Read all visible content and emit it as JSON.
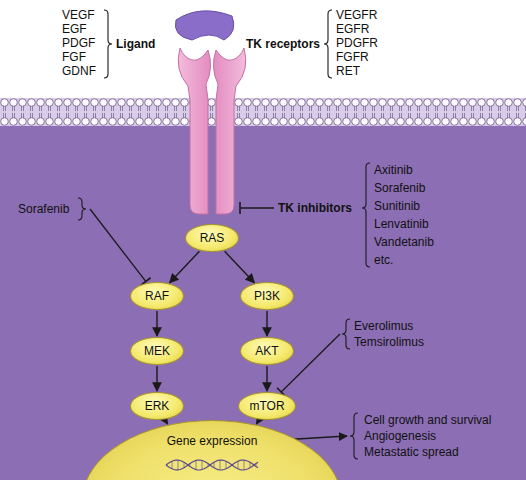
{
  "diagram": {
    "nodes": [
      {
        "text": [
          "RAS"
        ]
      },
      {
        "text": [
          "RAF"
        ]
      },
      {
        "text": [
          "PI3K"
        ]
      },
      {
        "text": [
          "MEK"
        ]
      },
      {
        "text": [
          "AKT"
        ]
      },
      {
        "text": [
          "ERK"
        ]
      },
      {
        "text": [
          "mTOR"
        ]
      },
      {
        "text": [
          "Gene expression"
        ]
      }
    ],
    "edges": [
      {
        "from": 0,
        "to": 1,
        "arrow": "to"
      },
      {
        "from": 0,
        "to": 2,
        "arrow": "to"
      },
      {
        "from": 1,
        "to": 3,
        "arrow": "to"
      },
      {
        "from": 2,
        "to": 4,
        "arrow": "to"
      },
      {
        "from": 3,
        "to": 5,
        "arrow": "to"
      },
      {
        "from": 4,
        "to": 6,
        "arrow": "to"
      },
      {
        "from": 5,
        "to": 7,
        "arrow": "to"
      },
      {
        "from": 6,
        "to": 7,
        "arrow": "to"
      }
    ],
    "labels": [
      "VEGF",
      "EGF",
      "PDGF",
      "FGF",
      "GDNF",
      "Ligand",
      "VEGFR",
      "EGFR",
      "PDGFR",
      "FGFR",
      "RET",
      "TK receptors",
      "TK inhibitors",
      "Axitinib",
      "Sorafenib",
      "Sunitinib",
      "Lenvatinib",
      "Vandetanib",
      "etc.",
      "Sorafenib",
      "Everolimus",
      "Temsirolimus",
      "Cell growth and survival",
      "Angiogenesis",
      "Metastatic spread"
    ]
  }
}
